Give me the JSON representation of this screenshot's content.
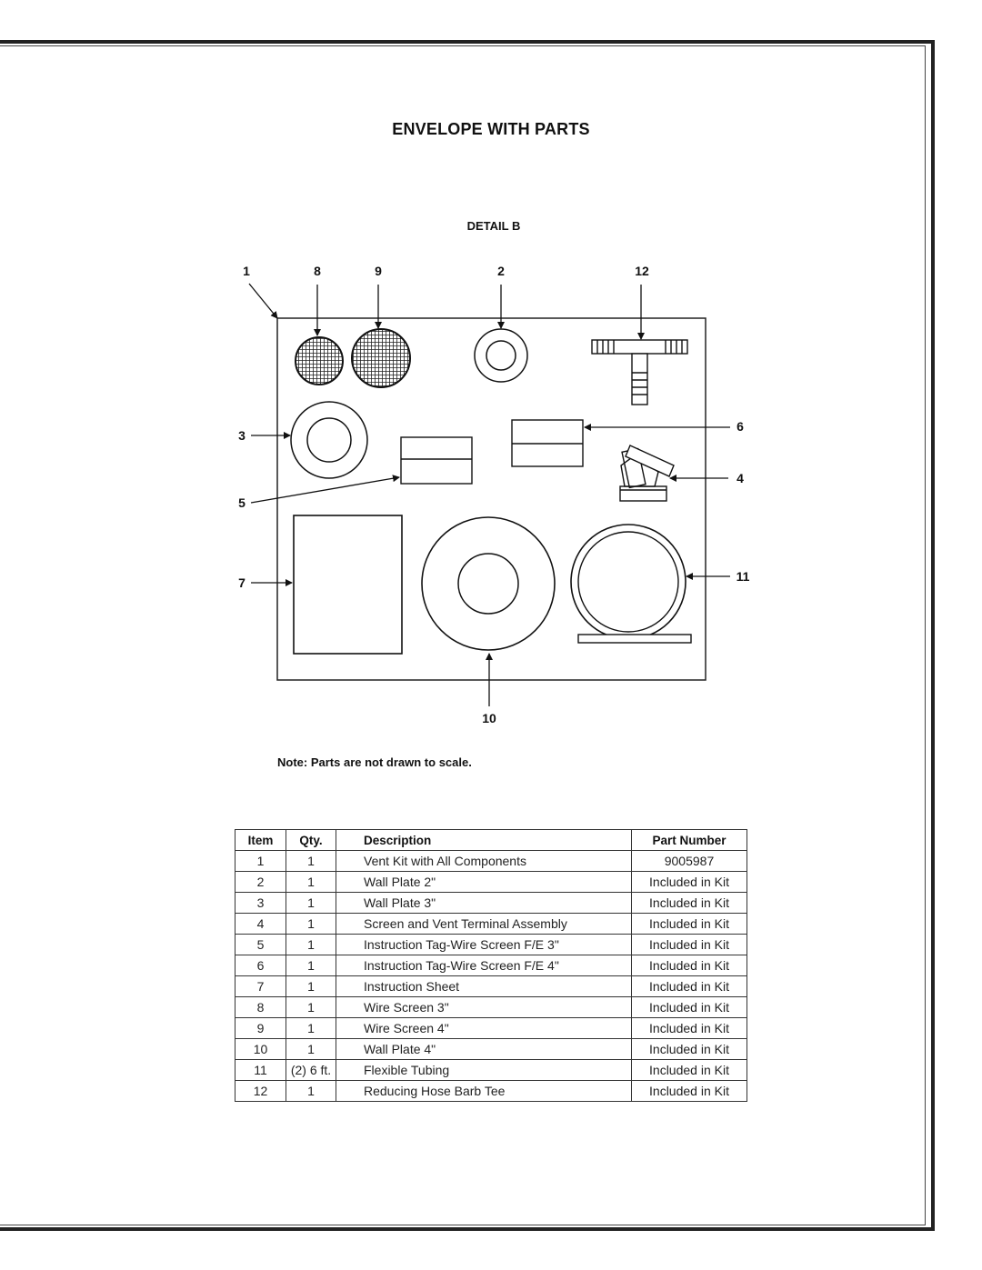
{
  "title": "ENVELOPE WITH PARTS",
  "detail_title": "DETAIL B",
  "callouts": {
    "c1": "1",
    "c2": "2",
    "c3": "3",
    "c4": "4",
    "c5": "5",
    "c6": "6",
    "c7": "7",
    "c8": "8",
    "c9": "9",
    "c10": "10",
    "c11": "11",
    "c12": "12"
  },
  "note": "Note: Parts are not drawn to scale.",
  "table": {
    "headers": {
      "item": "Item",
      "qty": "Qty.",
      "description": "Description",
      "part_number": "Part Number"
    },
    "rows": [
      {
        "item": "1",
        "qty": "1",
        "description": "Vent Kit with All Components",
        "part_number": "9005987"
      },
      {
        "item": "2",
        "qty": "1",
        "description": "Wall Plate 2\"",
        "part_number": "Included in Kit"
      },
      {
        "item": "3",
        "qty": "1",
        "description": "Wall Plate 3\"",
        "part_number": "Included in Kit"
      },
      {
        "item": "4",
        "qty": "1",
        "description": "Screen and Vent Terminal Assembly",
        "part_number": "Included in Kit"
      },
      {
        "item": "5",
        "qty": "1",
        "description": "Instruction Tag-Wire Screen F/E 3\"",
        "part_number": "Included in Kit"
      },
      {
        "item": "6",
        "qty": "1",
        "description": "Instruction Tag-Wire Screen F/E 4\"",
        "part_number": "Included in Kit"
      },
      {
        "item": "7",
        "qty": "1",
        "description": "Instruction  Sheet",
        "part_number": "Included in Kit"
      },
      {
        "item": "8",
        "qty": "1",
        "description": "Wire Screen 3\"",
        "part_number": "Included in Kit"
      },
      {
        "item": "9",
        "qty": "1",
        "description": "Wire Screen 4\"",
        "part_number": "Included in Kit"
      },
      {
        "item": "10",
        "qty": "1",
        "description": "Wall Plate 4\"",
        "part_number": "Included in Kit"
      },
      {
        "item": "11",
        "qty": "(2) 6 ft.",
        "description": "Flexible  Tubing",
        "part_number": "Included in Kit"
      },
      {
        "item": "12",
        "qty": "1",
        "description": "Reducing Hose Barb Tee",
        "part_number": "Included in Kit"
      }
    ]
  }
}
